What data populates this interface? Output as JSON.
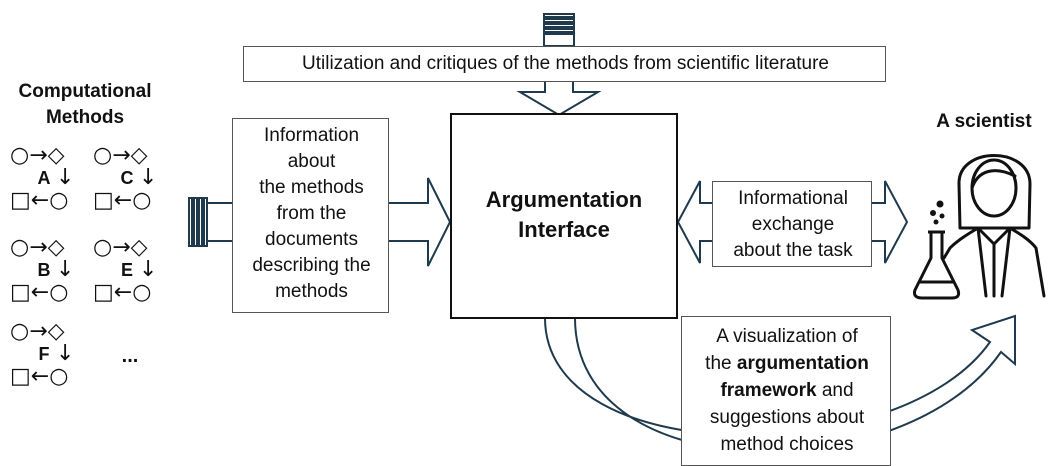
{
  "literature_box": {
    "text": "Utilization and critiques of the methods from scientific literature"
  },
  "left_column": {
    "title_line1": "Computational",
    "title_line2": "Methods",
    "methods": [
      {
        "letter": "A",
        "row_top": "○→◇",
        "arrow_down": "↓",
        "row_bottom": "□←○"
      },
      {
        "letter": "C",
        "row_top": "○→◇",
        "arrow_down": "↓",
        "row_bottom": "□←○"
      },
      {
        "letter": "B",
        "row_top": "○→◇",
        "arrow_down": "↓",
        "row_bottom": "□←○"
      },
      {
        "letter": "E",
        "row_top": "○→◇",
        "arrow_down": "↓",
        "row_bottom": "□←○"
      },
      {
        "letter": "F",
        "row_top": "○→◇",
        "arrow_down": "↓",
        "row_bottom": "□←○"
      }
    ],
    "ellipsis": "..."
  },
  "info_box": {
    "lines": [
      "Information",
      "about",
      "the methods",
      "from the",
      "documents",
      "describing the",
      "methods"
    ]
  },
  "interface": {
    "line1": "Argumentation",
    "line2": "Interface"
  },
  "exchange_box": {
    "lines": [
      "Informational",
      "exchange",
      "about the task"
    ]
  },
  "scientist": {
    "title": "A scientist"
  },
  "visualization_box": {
    "line1": "A visualization of",
    "line2_pre": "the ",
    "line2_bold": "argumentation",
    "line3_bold": "framework",
    "line3_post": " and",
    "line4": "suggestions about",
    "line5": "method choices"
  },
  "colors": {
    "arrow_stroke": "#1f3a4d",
    "box_border": "#555555",
    "text": "#111111"
  },
  "icons": [
    "document-stack-icon",
    "scientist-icon",
    "flask-icon",
    "document-stack-icon"
  ]
}
